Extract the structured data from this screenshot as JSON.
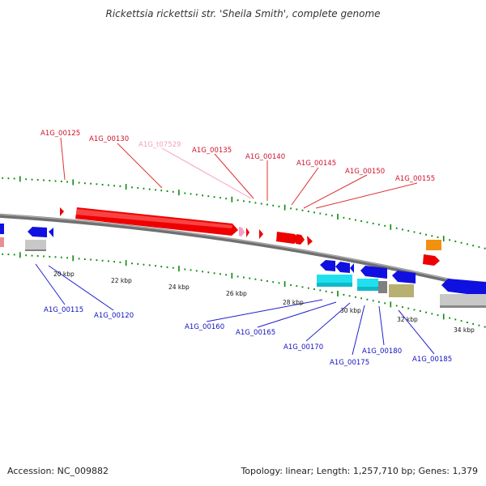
{
  "title": "Rickettsia rickettsii str. 'Sheila Smith', complete genome",
  "accession": "Accession: NC_009882",
  "stats": "Topology: linear; Length: 1,257,710 bp; Genes: 1,379",
  "colors": {
    "forward_label": "#d0102a",
    "reverse_label": "#1010c0",
    "trna_label": "#f2a0c0",
    "cds_forward": "#ee0000",
    "cds_reverse": "#1010e0",
    "trna": "#f4a0c8",
    "rrna": "#20e0f0",
    "misc_grey": "#c8c8c8",
    "misc_orange": "#f49010",
    "misc_olive": "#b8b070",
    "misc_darkgrey": "#808080",
    "misc_pink": "#e89090",
    "backbone": "#808080",
    "ticks": "#0a8a0a"
  },
  "ruler": {
    "labels": [
      "20 kbp",
      "22 kbp",
      "24 kbp",
      "26 kbp",
      "28 kbp",
      "30 kbp",
      "32 kbp",
      "34 kbp"
    ]
  },
  "forward_genes": [
    "A1G_00125",
    "A1G_00130",
    "A1G_t07529",
    "A1G_00135",
    "A1G_00140",
    "A1G_00145",
    "A1G_00150",
    "A1G_00155"
  ],
  "reverse_genes": [
    "A1G_00115",
    "A1G_00120",
    "A1G_00160",
    "A1G_00165",
    "A1G_00170",
    "A1G_00175",
    "A1G_00180",
    "A1G_00185"
  ]
}
